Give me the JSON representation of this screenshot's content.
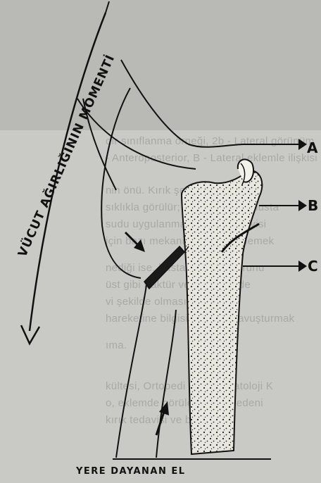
{
  "diagram": {
    "moment_label": "VÜCUT AĞIRLIĞININ MOMENTİ",
    "ground_label": "YERE DAYANAN EL",
    "markers": {
      "a": "A",
      "b": "B",
      "c": "C"
    }
  },
  "background_text": [
    "dir sınıflanma örneği, 2b - Lateral görünüm",
    "- Anteroposterior, B - Lateral eklemle ilişkisi",
    "nin önü.  Kırık şekli genellikle",
    "sıklıkla görülür; çocuklarda radiusta",
    "sudu uygulanmaz durum tedavisi",
    "için bazı mekanizmaları belirlemek",
    "nediği ise, hastanın boyu sorunu",
    "üst gibi fraktür ve üzerinde de",
    "vi şekilde olması gerektiğini",
    "hareketine bilgisi açıklığa kavuşturmak",
    "ıma.",
    "kültesi, Ortopedi ve Travmatoloji K",
    "o, eklemde görülen kırığı nedeni",
    "kırık tedavisi ve bakımı"
  ],
  "colors": {
    "paper": "#c9c9c5",
    "ink": "#111111",
    "bone": "#e8e7df"
  }
}
